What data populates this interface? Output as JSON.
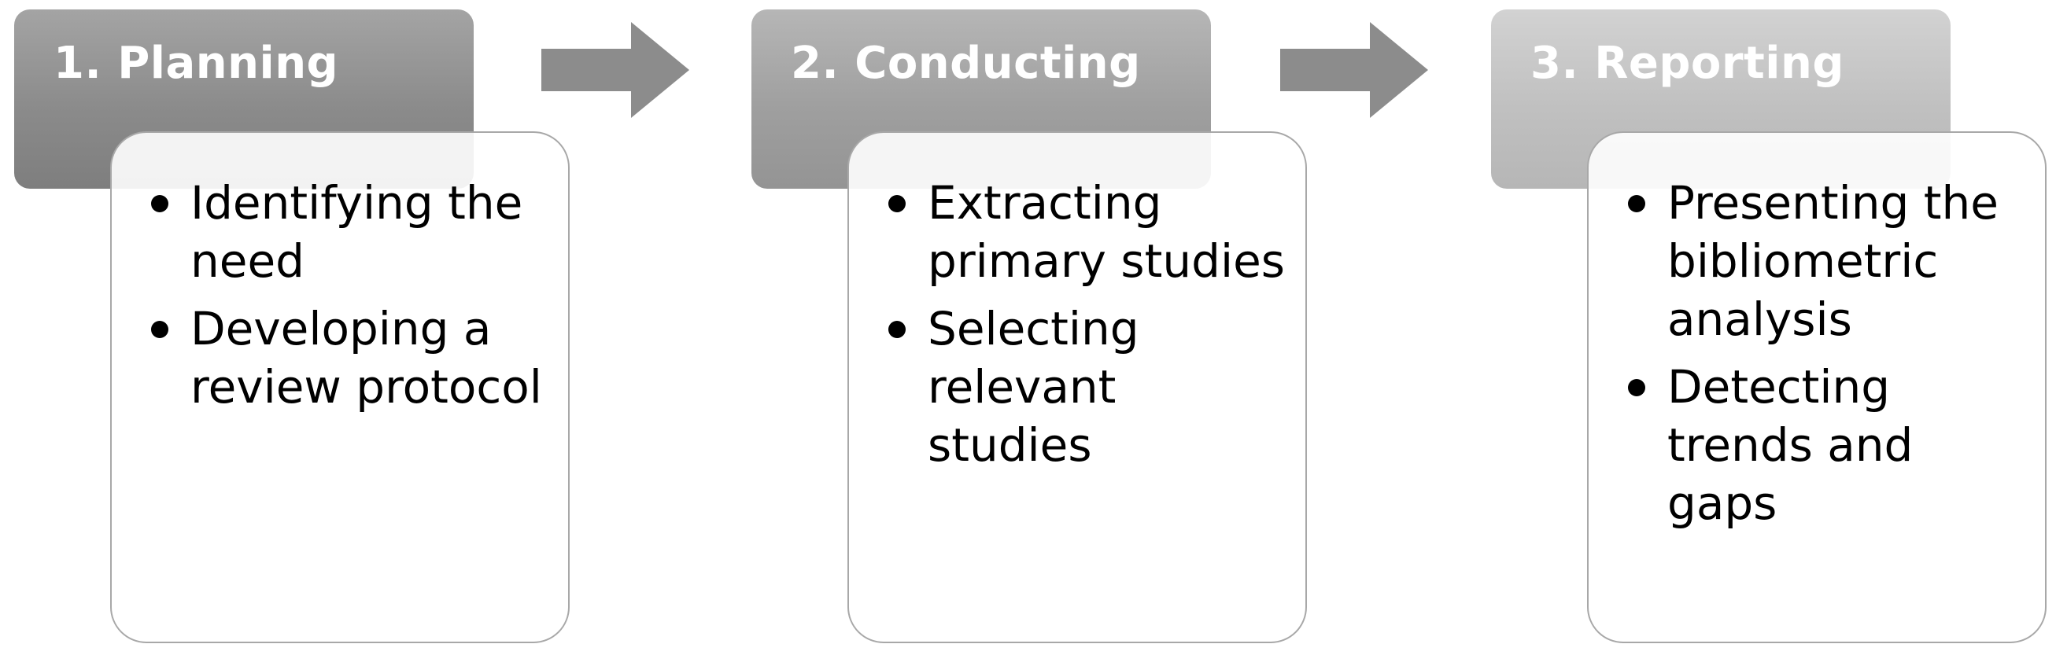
{
  "stages": [
    {
      "title": "1. Planning",
      "items": [
        "Identifying the need",
        "Developing a review protocol"
      ]
    },
    {
      "title": "2. Conducting",
      "items": [
        "Extracting primary studies",
        "Selecting relevant studies"
      ]
    },
    {
      "title": "3. Reporting",
      "items": [
        "Presenting the bibliometric analysis",
        "Detecting trends and gaps"
      ]
    }
  ],
  "colors": {
    "arrow": "#8c8c8c",
    "card_border": "#a8a8a8",
    "header_text": "#ffffff"
  },
  "icons": {
    "arrow": "right-arrow-icon",
    "bullet": "bullet-icon"
  }
}
